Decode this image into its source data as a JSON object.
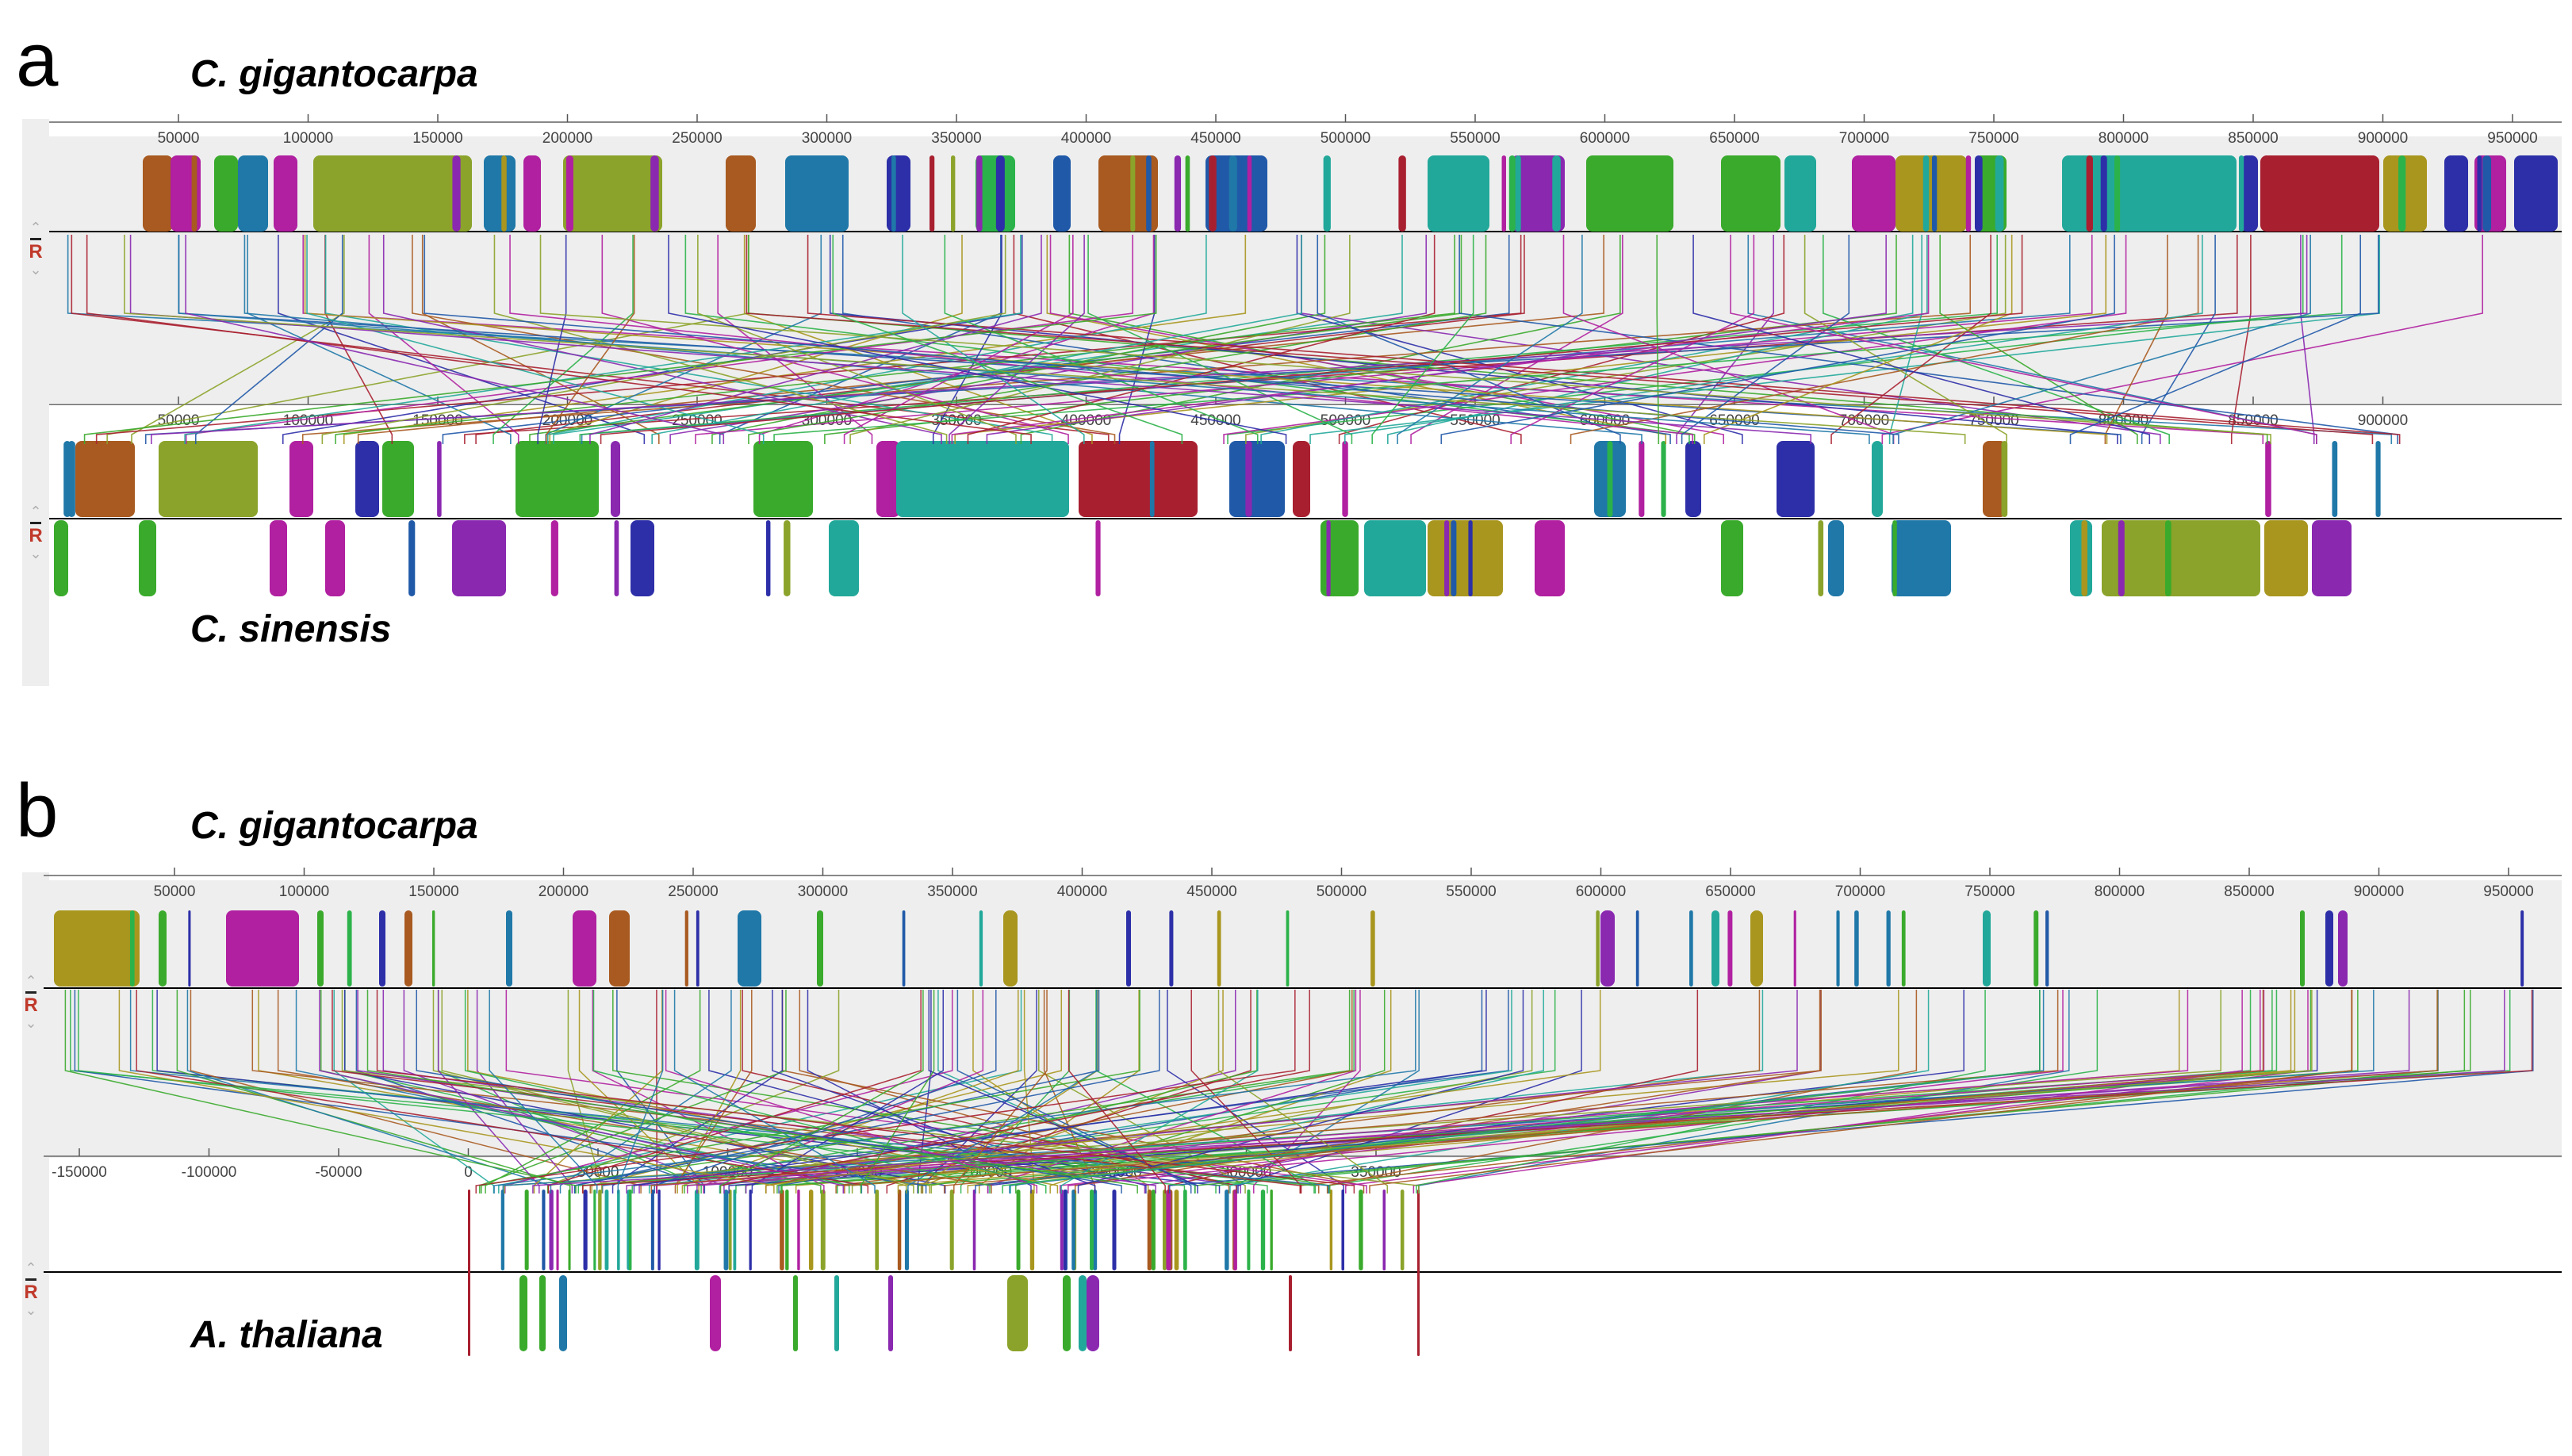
{
  "panels": {
    "a": {
      "letter": "a",
      "top_species": "C. gigantocarpa",
      "bottom_species": "C. sinensis",
      "top_ticks": [
        "50000",
        "100000",
        "150000",
        "200000",
        "250000",
        "300000",
        "350000",
        "400000",
        "450000",
        "500000",
        "550000",
        "600000",
        "650000",
        "700000",
        "750000",
        "800000",
        "850000",
        "900000",
        "950000"
      ],
      "bottom_ticks": [
        "50000",
        "100000",
        "150000",
        "200000",
        "250000",
        "300000",
        "350000",
        "400000",
        "450000",
        "500000",
        "550000",
        "600000",
        "650000",
        "700000",
        "750000",
        "800000",
        "850000",
        "900000"
      ]
    },
    "b": {
      "letter": "b",
      "top_species": "C. gigantocarpa",
      "bottom_species": "A. thaliana",
      "top_ticks": [
        "50000",
        "100000",
        "150000",
        "200000",
        "250000",
        "300000",
        "350000",
        "400000",
        "450000",
        "500000",
        "550000",
        "600000",
        "650000",
        "700000",
        "750000",
        "800000",
        "850000",
        "900000",
        "950000"
      ],
      "bottom_ticks": [
        "-150000",
        "-100000",
        "-50000",
        "0",
        "50000",
        "100000",
        "150000",
        "200000",
        "250000",
        "300000",
        "350000"
      ]
    }
  },
  "controls": {
    "r_label": "R",
    "up_glyph": "⌃",
    "down_glyph": "⌄"
  },
  "colors": {
    "olive": "#8ba32a",
    "green": "#3aaa2c",
    "green2": "#2cb24a",
    "teal": "#22a89a",
    "steel": "#1f78a8",
    "navy": "#2d2fa8",
    "blue": "#2059a8",
    "purple": "#8a28b0",
    "magenta": "#b020a0",
    "brown": "#a85a20",
    "red": "#a82030",
    "khaki": "#a8961e",
    "background_band": "#eeeeee",
    "axis": "#000000"
  }
}
